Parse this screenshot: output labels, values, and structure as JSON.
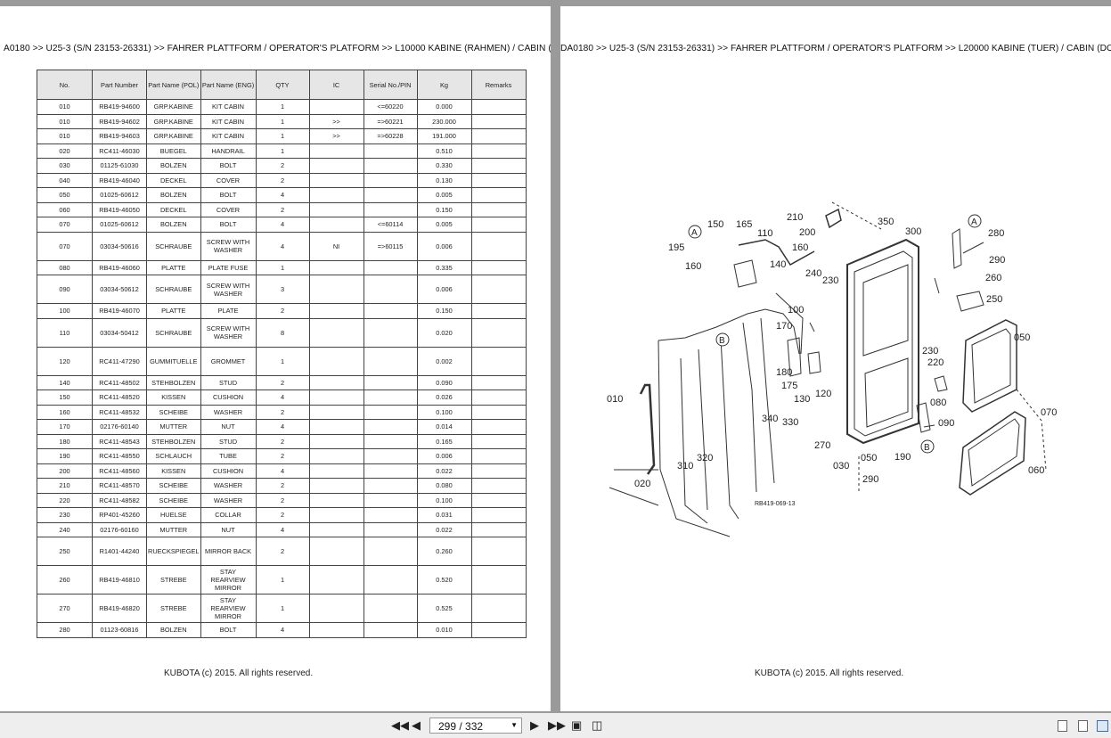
{
  "left_page": {
    "breadcrumb": "A0180 >> U25-3 (S/N 23153-26331) >> FAHRER PLATTFORM / OPERATOR'S PLATFORM >> L10000   KABINE (RAHMEN) / CABIN (F",
    "table": {
      "headers": [
        "No.",
        "Part Number",
        "Part Name (POL)",
        "Part Name (ENG)",
        "QTY",
        "IC",
        "Serial No./PIN",
        "Kg",
        "Remarks"
      ],
      "rows": [
        [
          "010",
          "RB419-94600",
          "GRP.KABINE",
          "KIT CABIN",
          "1",
          "",
          "<=60220",
          "0.000",
          ""
        ],
        [
          "010",
          "RB419-94602",
          "GRP.KABINE",
          "KIT CABIN",
          "1",
          ">>",
          "=>60221",
          "230.000",
          ""
        ],
        [
          "010",
          "RB419-94603",
          "GRP.KABINE",
          "KIT CABIN",
          "1",
          ">>",
          "=>60228",
          "191.000",
          ""
        ],
        [
          "020",
          "RC411-46030",
          "BUEGEL",
          "HANDRAIL",
          "1",
          "",
          "",
          "0.510",
          ""
        ],
        [
          "030",
          "01125-61030",
          "BOLZEN",
          "BOLT",
          "2",
          "",
          "",
          "0.330",
          ""
        ],
        [
          "040",
          "RB419-46040",
          "DECKEL",
          "COVER",
          "2",
          "",
          "",
          "0.130",
          ""
        ],
        [
          "050",
          "01025-60612",
          "BOLZEN",
          "BOLT",
          "4",
          "",
          "",
          "0.005",
          ""
        ],
        [
          "060",
          "RB419-46050",
          "DECKEL",
          "COVER",
          "2",
          "",
          "",
          "0.150",
          ""
        ],
        [
          "070",
          "01025-60612",
          "BOLZEN",
          "BOLT",
          "4",
          "",
          "<=60114",
          "0.005",
          ""
        ],
        [
          "070",
          "03034-50616",
          "SCHRAUBE",
          "SCREW WITH WASHER",
          "4",
          "NI",
          "=>60115",
          "0.006",
          ""
        ],
        [
          "080",
          "RB419-46060",
          "PLATTE",
          "PLATE FUSE",
          "1",
          "",
          "",
          "0.335",
          ""
        ],
        [
          "090",
          "03034-50612",
          "SCHRAUBE",
          "SCREW WITH WASHER",
          "3",
          "",
          "",
          "0.006",
          ""
        ],
        [
          "100",
          "RB419-46070",
          "PLATTE",
          "PLATE",
          "2",
          "",
          "",
          "0.150",
          ""
        ],
        [
          "110",
          "03034-50412",
          "SCHRAUBE",
          "SCREW WITH WASHER",
          "8",
          "",
          "",
          "0.020",
          ""
        ],
        [
          "120",
          "RC411-47290",
          "GUMMITUELLE",
          "GROMMET",
          "1",
          "",
          "",
          "0.002",
          ""
        ],
        [
          "140",
          "RC411-48502",
          "STEHBOLZEN",
          "STUD",
          "2",
          "",
          "",
          "0.090",
          ""
        ],
        [
          "150",
          "RC411-48520",
          "KISSEN",
          "CUSHION",
          "4",
          "",
          "",
          "0.026",
          ""
        ],
        [
          "160",
          "RC411-48532",
          "SCHEIBE",
          "WASHER",
          "2",
          "",
          "",
          "0.100",
          ""
        ],
        [
          "170",
          "02176-60140",
          "MUTTER",
          "NUT",
          "4",
          "",
          "",
          "0.014",
          ""
        ],
        [
          "180",
          "RC411-48543",
          "STEHBOLZEN",
          "STUD",
          "2",
          "",
          "",
          "0.165",
          ""
        ],
        [
          "190",
          "RC411-48550",
          "SCHLAUCH",
          "TUBE",
          "2",
          "",
          "",
          "0.006",
          ""
        ],
        [
          "200",
          "RC411-48560",
          "KISSEN",
          "CUSHION",
          "4",
          "",
          "",
          "0.022",
          ""
        ],
        [
          "210",
          "RC411-48570",
          "SCHEIBE",
          "WASHER",
          "2",
          "",
          "",
          "0.080",
          ""
        ],
        [
          "220",
          "RC411-48582",
          "SCHEIBE",
          "WASHER",
          "2",
          "",
          "",
          "0.100",
          ""
        ],
        [
          "230",
          "RP401-45260",
          "HUELSE",
          "COLLAR",
          "2",
          "",
          "",
          "0.031",
          ""
        ],
        [
          "240",
          "02176-60160",
          "MUTTER",
          "NUT",
          "4",
          "",
          "",
          "0.022",
          ""
        ],
        [
          "250",
          "R1401-44240",
          "RUECKSPIEGEL",
          "MIRROR BACK",
          "2",
          "",
          "",
          "0.260",
          ""
        ],
        [
          "260",
          "RB419-46810",
          "STREBE",
          "STAY REARVIEW MIRROR",
          "1",
          "",
          "",
          "0.520",
          ""
        ],
        [
          "270",
          "RB419-46820",
          "STREBE",
          "STAY REARVIEW MIRROR",
          "1",
          "",
          "",
          "0.525",
          ""
        ],
        [
          "280",
          "01123-60816",
          "BOLZEN",
          "BOLT",
          "4",
          "",
          "",
          "0.010",
          ""
        ]
      ]
    },
    "footer": "KUBOTA (c) 2015. All rights reserved."
  },
  "right_page": {
    "breadcrumb": "DA0180 >> U25-3 (S/N 23153-26331) >> FAHRER PLATTFORM / OPERATOR'S PLATFORM >> L20000   KABINE (TUER) / CABIN (DO",
    "diagram_labels": [
      "150",
      "165",
      "110",
      "210",
      "200",
      "160",
      "195",
      "160",
      "140",
      "350",
      "300",
      "280",
      "290",
      "260",
      "250",
      "240",
      "230",
      "100",
      "170",
      "050",
      "180",
      "175",
      "130",
      "120",
      "230",
      "220",
      "010",
      "080",
      "090",
      "070",
      "340",
      "330",
      "270",
      "050",
      "190",
      "030",
      "290",
      "060",
      "320",
      "310",
      "020"
    ],
    "callouts": [
      "A",
      "B",
      "A",
      "B"
    ],
    "drawing_code": "RB419-069-13",
    "footer": "KUBOTA (c) 2015. All rights reserved."
  },
  "toolbar": {
    "page_indicator": "299 / 332"
  }
}
